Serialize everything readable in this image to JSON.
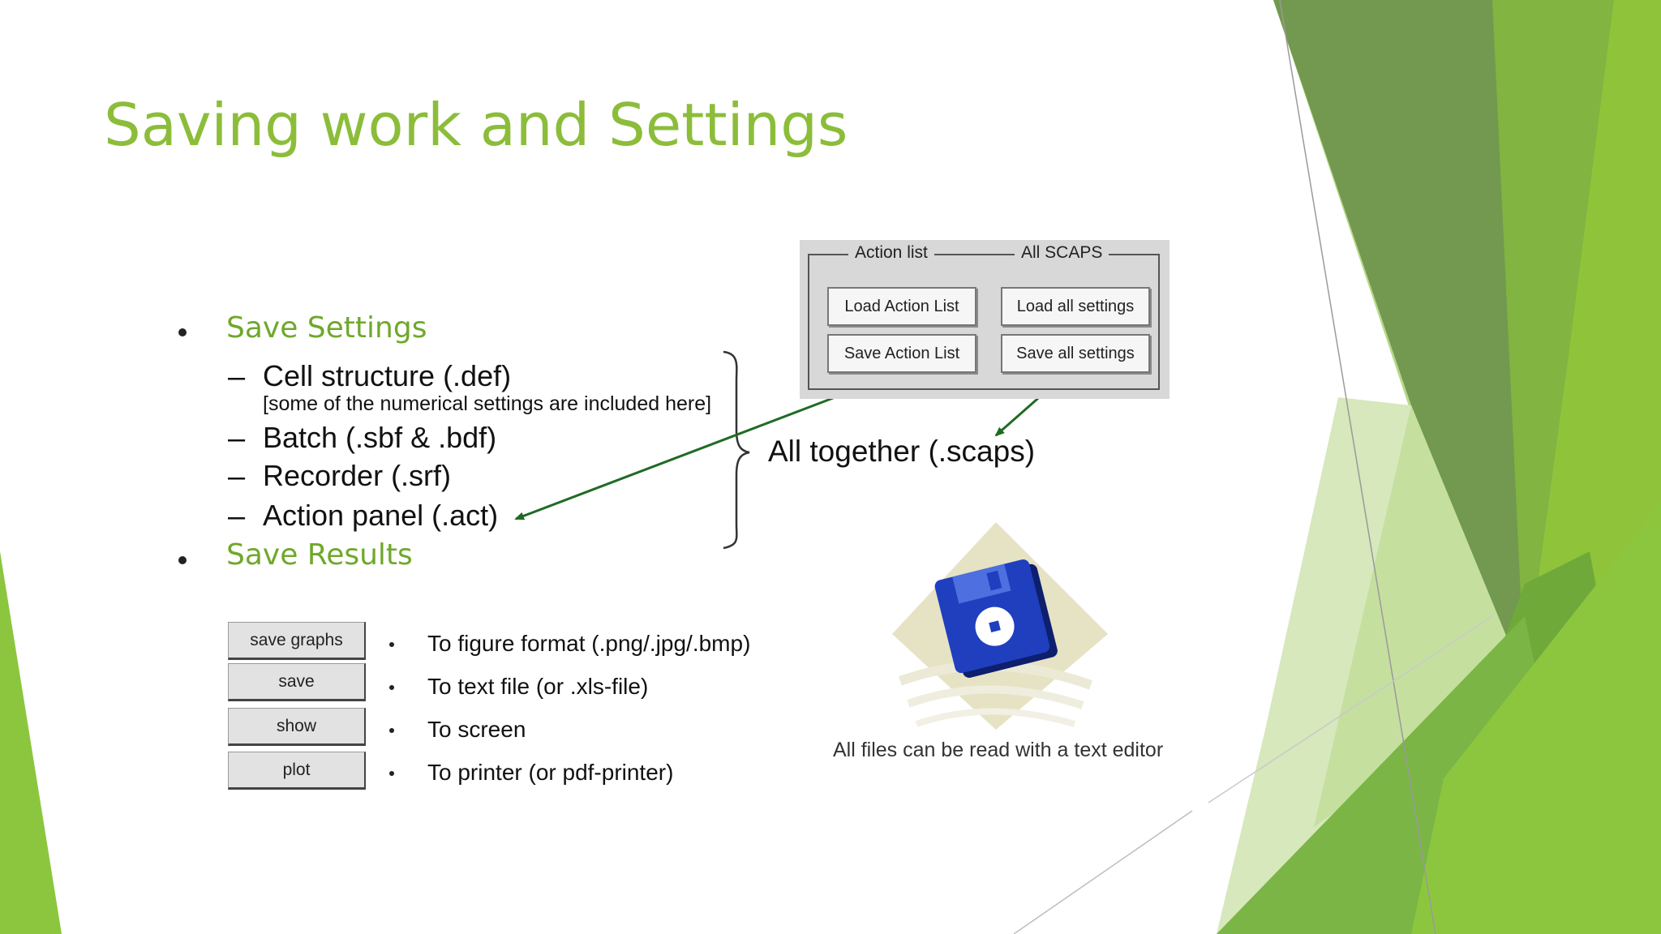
{
  "title": "Saving work and Settings",
  "bullets": {
    "save_settings": "Save Settings",
    "save_results": "Save Results"
  },
  "settings_items": {
    "cell_structure": "Cell structure (.def)",
    "cell_structure_note": "[some of the numerical settings are included here]",
    "batch": "Batch (.sbf & .bdf)",
    "recorder": "Recorder (.srf)",
    "action_panel": "Action panel (.act)",
    "dash": "–"
  },
  "all_together": "All together (.scaps)",
  "panel": {
    "action_list_legend": "Action list",
    "all_scaps_legend": "All SCAPS",
    "load_action_list": "Load Action List",
    "save_action_list": "Save Action List",
    "load_all_settings": "Load all settings",
    "save_all_settings": "Save all settings"
  },
  "results": {
    "buttons": [
      "save graphs",
      "save",
      "show",
      "plot"
    ],
    "descriptions": [
      "To figure format (.png/.jpg/.bmp)",
      "To text file (or .xls-file)",
      "To screen",
      "To printer (or pdf-printer)"
    ]
  },
  "caption": "All files can be read with a text editor",
  "colors": {
    "title": "#8cbd3a",
    "bullet_green": "#6fa82b",
    "arrow": "#1f6b24",
    "disk_blue": "#1f3fbf"
  },
  "icons": [
    "floppy-disk-icon"
  ]
}
